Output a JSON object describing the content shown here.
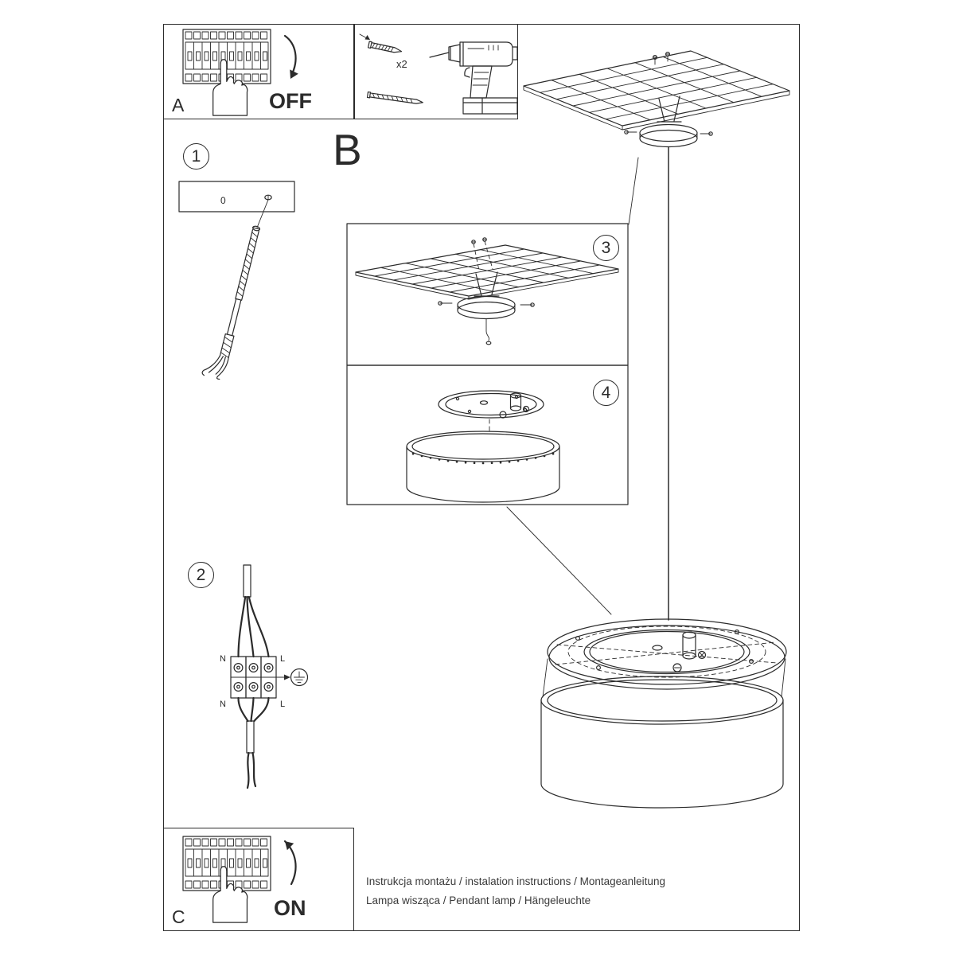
{
  "page": {
    "background": "#ffffff",
    "ink": "#2b2b2b"
  },
  "sections": {
    "a": {
      "label": "A",
      "action": "OFF"
    },
    "b": {
      "label": "B"
    },
    "c": {
      "label": "C",
      "action": "ON"
    },
    "tools": {
      "screw_count": "x2"
    }
  },
  "steps": {
    "s1": {
      "number": "1",
      "plate_mark": "0"
    },
    "s2": {
      "number": "2",
      "labels": {
        "n_top": "N",
        "l_top": "L",
        "n_bottom": "N",
        "l_bottom": "L"
      }
    },
    "s3": {
      "number": "3"
    },
    "s4": {
      "number": "4"
    }
  },
  "footer": {
    "line1": "Instrukcja montażu / instalation instructions / Montageanleitung",
    "line2": "Lampa wisząca / Pendant lamp / Hängeleuchte"
  }
}
